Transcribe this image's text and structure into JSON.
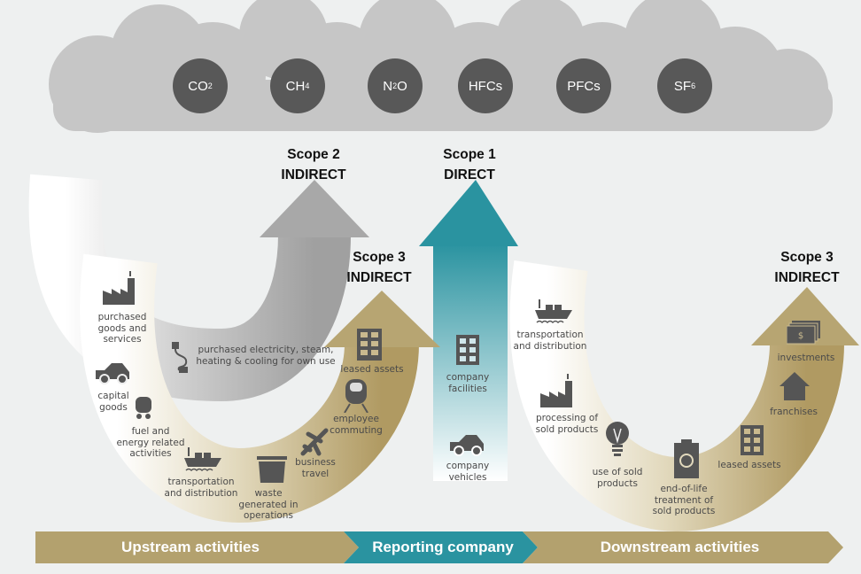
{
  "gases": [
    {
      "base": "CO",
      "sub": "2"
    },
    {
      "base": "CH",
      "sub": "4"
    },
    {
      "base": "N",
      "sub": "2",
      "tail": "O"
    },
    {
      "base": "HFCs"
    },
    {
      "base": "PFCs"
    },
    {
      "base": "SF",
      "sub": "6"
    }
  ],
  "scope2": {
    "title": "Scope 2",
    "type": "INDIRECT"
  },
  "scope1": {
    "title": "Scope 1",
    "type": "DIRECT"
  },
  "scope3_up": {
    "title": "Scope 3",
    "type": "INDIRECT"
  },
  "scope3_down": {
    "title": "Scope 3",
    "type": "INDIRECT"
  },
  "scope2_item": {
    "line1": "purchased electricity, steam,",
    "line2": "heating & cooling for own use",
    "icon": "plug-icon"
  },
  "upstream": [
    {
      "l1": "purchased",
      "l2": "goods and",
      "l3": "services",
      "icon": "factory-icon"
    },
    {
      "l1": "capital",
      "l2": "goods",
      "icon": "car-icon"
    },
    {
      "l1": "fuel and",
      "l2": "energy related",
      "l3": "activities",
      "icon": "fuel-cart-icon"
    },
    {
      "l1": "transportation",
      "l2": "and distribution",
      "icon": "ship-icon"
    },
    {
      "l1": "waste",
      "l2": "generated in",
      "l3": "operations",
      "icon": "dumpster-icon"
    },
    {
      "l1": "business",
      "l2": "travel",
      "icon": "airplane-icon"
    },
    {
      "l1": "employee",
      "l2": "commuting",
      "icon": "train-icon"
    },
    {
      "l1": "leased assets",
      "icon": "building-icon"
    }
  ],
  "company": [
    {
      "l1": "company",
      "l2": "facilities",
      "icon": "building-icon"
    },
    {
      "l1": "company",
      "l2": "vehicles",
      "icon": "car-icon"
    }
  ],
  "downstream": [
    {
      "l1": "transportation",
      "l2": "and distribution",
      "icon": "ship-icon"
    },
    {
      "l1": "processing of",
      "l2": "sold products",
      "icon": "factory-icon"
    },
    {
      "l1": "use of sold",
      "l2": "products",
      "icon": "lightbulb-icon"
    },
    {
      "l1": "end-of-life",
      "l2": "treatment of",
      "l3": "sold products",
      "icon": "recycle-bin-icon"
    },
    {
      "l1": "leased assets",
      "icon": "building-icon"
    },
    {
      "l1": "franchises",
      "icon": "house-icon"
    },
    {
      "l1": "investments",
      "icon": "money-icon"
    }
  ],
  "bottom_bar": {
    "upstream": "Upstream activities",
    "company": "Reporting company",
    "downstream": "Downstream activities"
  },
  "colors": {
    "gold": "#b3a16e",
    "teal": "#2a93a0",
    "gray": "#a8a8a8",
    "cloud": "#c6c6c6",
    "gas": "#585858",
    "icon": "#555555"
  }
}
